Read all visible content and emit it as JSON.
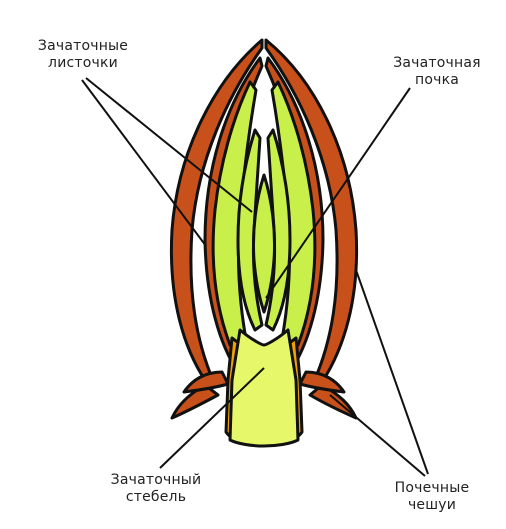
{
  "labels": {
    "leaves": {
      "line1": "Зачаточные",
      "line2": "листочки"
    },
    "bud": {
      "line1": "Зачаточная",
      "line2": "почка"
    },
    "stem": {
      "line1": "Зачаточный",
      "line2": "стебель"
    },
    "scales": {
      "line1": "Почечные",
      "line2": "чешуи"
    }
  },
  "colors": {
    "scale": "#c8501a",
    "scale_dark": "#8a2c0a",
    "leaf": "#c9f04a",
    "stem": "#e6f76a",
    "stem_side": "#f2a200",
    "outline": "#111111",
    "background": "#ffffff"
  }
}
